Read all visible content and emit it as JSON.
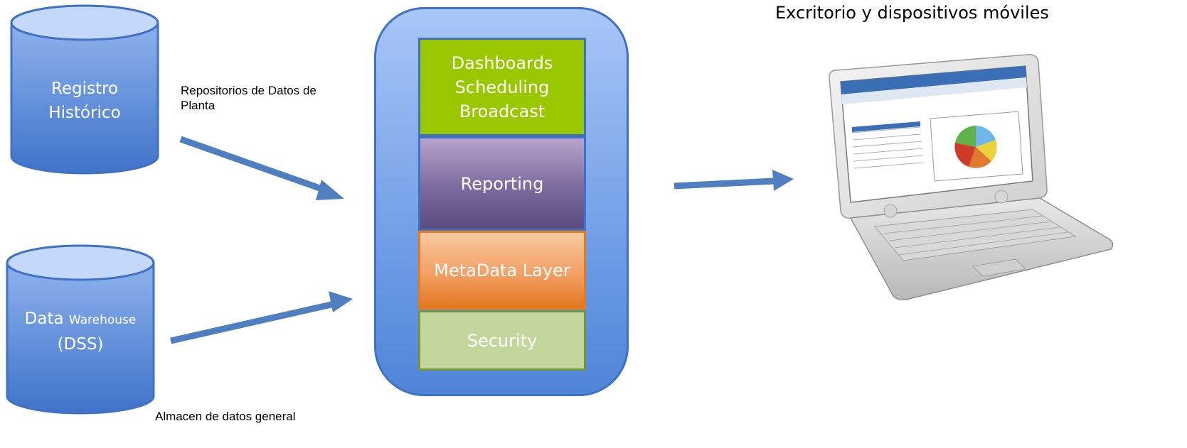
{
  "sources": {
    "historic": {
      "line1": "Registro",
      "line2": "Histórico",
      "caption": "Repositorios de Datos de Planta"
    },
    "warehouse": {
      "line1_main": "Data",
      "line1_small": "Warehouse",
      "line2": "(DSS)",
      "caption": "Almacen de datos general"
    }
  },
  "platform": {
    "layers": {
      "dashboards": [
        "Dashboards",
        "Scheduling",
        "Broadcast"
      ],
      "reporting": "Reporting",
      "metadata": "MetaData Layer",
      "security": "Security"
    }
  },
  "destination": {
    "title": "Excritorio y dispositivos móviles",
    "image": "laptop-with-dashboard-icon"
  },
  "colors": {
    "cylinder": "#4f84d8",
    "arrow": "#4f7fc0",
    "dashboards": "#99c800",
    "reporting": "#6f5b93",
    "metadata": "#f08a3c",
    "security": "#c3d69b"
  }
}
